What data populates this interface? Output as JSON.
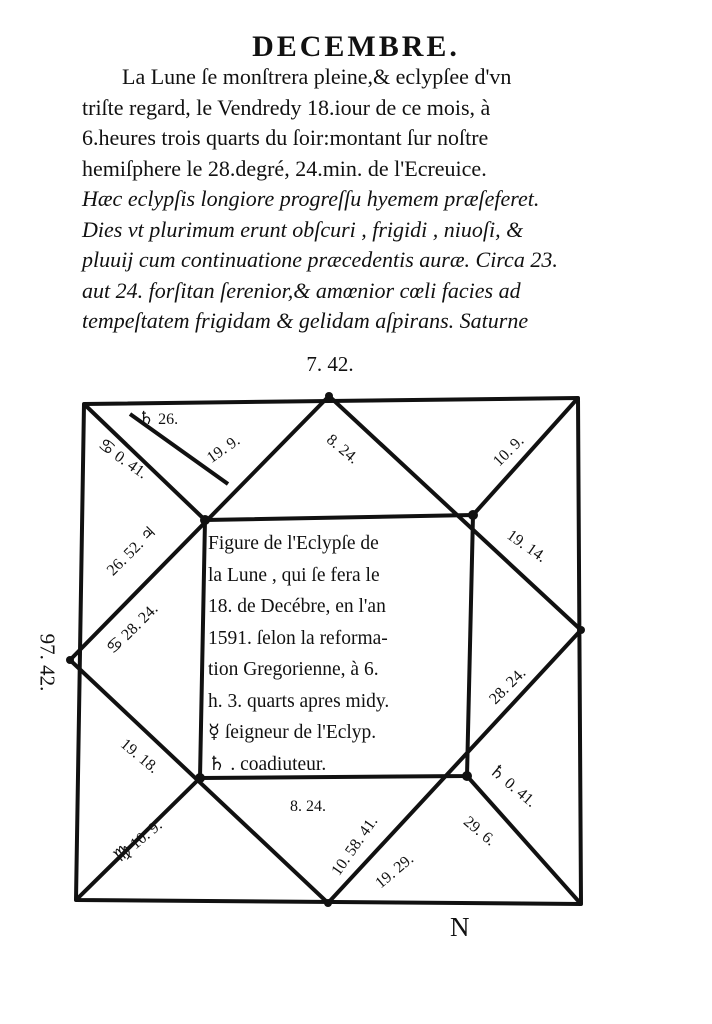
{
  "page": {
    "heading": "DECEMBRE.",
    "paragraph": [
      "La Lune ſe monſtrera pleine,& eclypſee d'vn",
      "triſte regard, le Vendredy 18.iour de ce mois, à",
      "6.heures trois quarts du ſoir:montant ſur noſtre",
      "hemiſphere le 28.degré, 24.min. de l'Ecreuice.",
      "Hæc eclypſis longiore progreſſu hyemem præſeferet.",
      "Dies vt plurimum erunt obſcuri , frigidi , niuoſi, &",
      "pluuij cum continuatione præcedentis auræ. Circa 23.",
      "aut 24. forſitan ſerenior,& amœnior cœli facies ad",
      "tempeſtatem frigidam & gelidam aſpirans. Saturne"
    ]
  },
  "figure": {
    "top_label": "7. 42.",
    "left_label": "97. 42.",
    "bottom_right_label": "N",
    "center_text": [
      "Figure de l'Eclypſe de",
      "la Lune , qui ſe fera le",
      "18. de Decébre, en l'an",
      "1591. ſelon la reforma-",
      "tion Gregorienne, à 6.",
      "h. 3. quarts apres midy.",
      "☿ ſeigneur de l'Eclyp.",
      "♄ . coadiuteur."
    ],
    "houses": [
      {
        "glyph": "♄",
        "text": "26."
      },
      {
        "glyph": "",
        "text": "19. 9."
      },
      {
        "glyph": "♋",
        "text": "0. 41."
      },
      {
        "glyph": "",
        "text": "8. 24."
      },
      {
        "glyph": "",
        "text": "10. 9."
      },
      {
        "glyph": "",
        "text": "19. 14."
      },
      {
        "glyph": "",
        "text": "26. 52. ♃"
      },
      {
        "glyph": "♋",
        "text": "28. 24."
      },
      {
        "glyph": "",
        "text": "28. 24."
      },
      {
        "glyph": "",
        "text": "19. 18."
      },
      {
        "glyph": "♄",
        "text": "0. 41."
      },
      {
        "glyph": "",
        "text": "8. 24."
      },
      {
        "glyph": "♍",
        "text": "10. 9."
      },
      {
        "glyph": "",
        "text": "10. 58. 41."
      },
      {
        "glyph": "",
        "text": "19. 29."
      },
      {
        "glyph": "",
        "text": "29. 6."
      }
    ]
  }
}
